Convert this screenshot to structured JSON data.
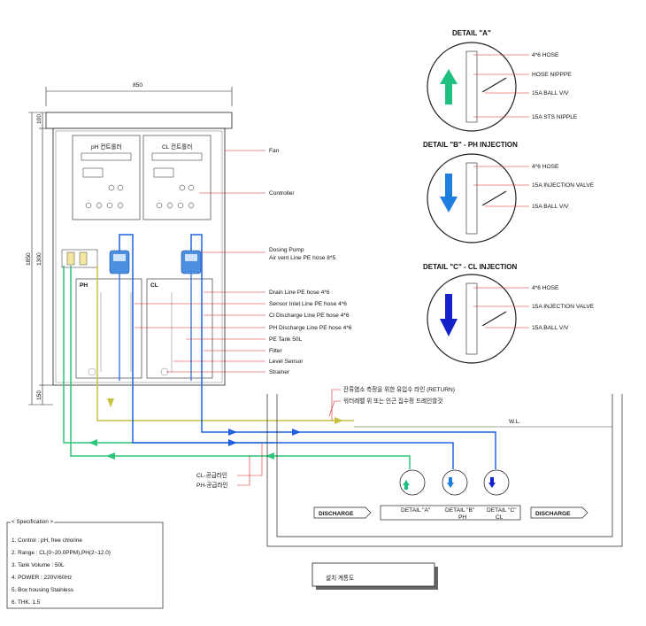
{
  "dimensions": {
    "width": "850",
    "top": "100",
    "height": "1300",
    "total": "1850",
    "bottom": "150"
  },
  "detail_a": {
    "title": "DETAIL \"A\"",
    "labels": [
      "4*6 HOSE",
      "HOSE NIPPPE",
      "15A BALL V/V",
      "15A STS NIPPLE"
    ]
  },
  "detail_b": {
    "title": "DETAIL \"B\" - PH INJECTION",
    "labels": [
      "4*6 HOSE",
      "15A INJECTION VALVE",
      "15A BALL V/V"
    ]
  },
  "detail_c": {
    "title": "DETAIL \"C\" - CL INJECTION",
    "labels": [
      "4*6 HOSE",
      "15A INJECTION VALVE",
      "15A BALL V/V"
    ]
  },
  "cabinet": {
    "ph_label": "PH",
    "cl_label": "CL",
    "controller_left_title": "pH 컨트롤러",
    "controller_right_title": "CL 컨트롤러"
  },
  "callouts": {
    "fan": "Fan",
    "controller": "Controller",
    "dosing_pump": "Dosing Pump",
    "air_vent": "Air vent Line PE hose 8*5",
    "drain_line": "Drain Line PE hose 4*6",
    "sensor_inlet": "Sensor Inlet Line PE hose 4*6",
    "cl_discharge": "Cl Discharge Line PE hose 4*6",
    "ph_discharge": "PH Discharge Line PE hose 4*6",
    "pe_tank": "PE Tank 50L",
    "filter": "Filter",
    "level_sensor": "Level Sensor",
    "strainer": "Strainer"
  },
  "return_line": "잔류염소 측정을 위한 유입수 라인 (RETURN)",
  "drain_note": "워터레벨 위 또는 인근 집수정 드레인할것",
  "wl_label": "W.L.",
  "supply_lines": [
    "CL-공급라인",
    "PH-공급라인"
  ],
  "pipe": {
    "discharge_left": "DISCHARGE",
    "discharge_right": "DISCHARGE",
    "detail_tags": [
      "DETAIL \"A\"",
      "DETAIL \"B\"",
      "DETAIL \"C\""
    ],
    "ph_tag": "PH",
    "cl_tag": "CL"
  },
  "specification": {
    "title": "< Specification >",
    "items": [
      "1. Control : pH, free chlorine",
      "2. Range : CL(0~20.0PPM),PH(2~12.0)",
      "3. Tank Volume : 50L",
      "4. POWER : 220V/60Hz",
      "5. Box housing Stainless",
      "6. THK. 1.5"
    ]
  },
  "diagram_title": "설치 계통도",
  "colors": {
    "green_line": "#2ec47a",
    "blue_line": "#2060e0",
    "yellow_line": "#c8c040",
    "callout_red": "#d22222",
    "arrow_green": "#1fbf7f",
    "arrow_blue": "#1e7fe0",
    "arrow_navy": "#1420c8"
  }
}
